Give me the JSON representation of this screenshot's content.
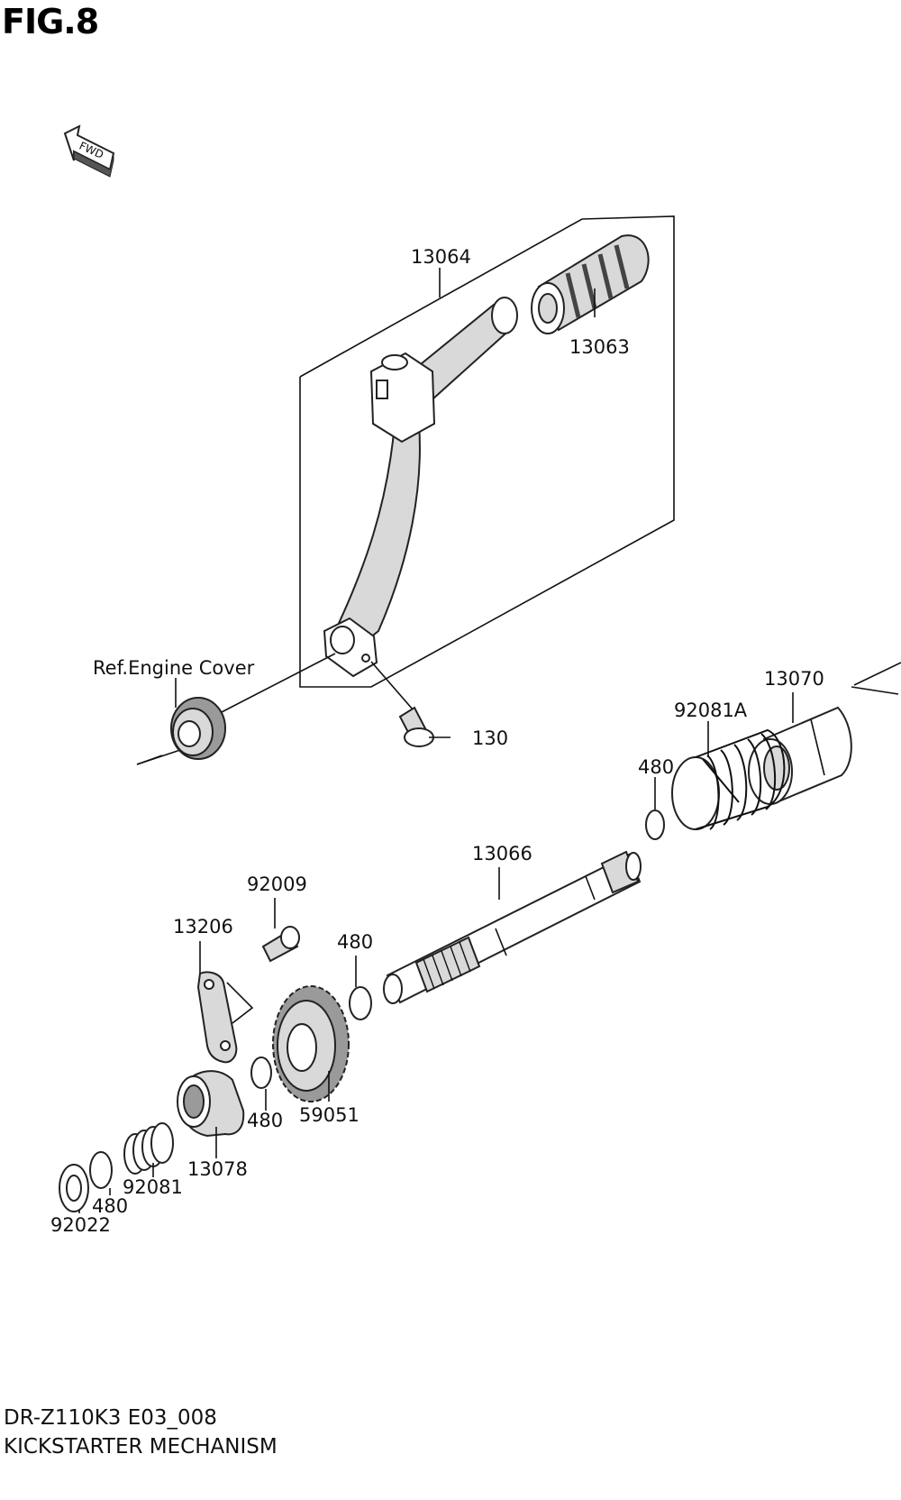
{
  "figure": {
    "title": "FIG.8",
    "fwd_label": "FWD",
    "reference_label": "Ref.Engine Cover",
    "model_code": "DR-Z110K3 E03_008",
    "section_name": "KICKSTARTER MECHANISM"
  },
  "parts": {
    "kick_lever": "13064",
    "kick_rubber": "13063",
    "bolt": "130",
    "guide": "13070",
    "return_spring": "92081A",
    "circlip_upper": "480",
    "kick_shaft": "13066",
    "bolt_small": "92009",
    "stopper_plate": "13206",
    "circlip_mid": "480",
    "kick_gear": "59051",
    "circlip_gear": "480",
    "ratchet": "13078",
    "spring": "92081",
    "circlip_low": "480",
    "washer": "92022"
  }
}
